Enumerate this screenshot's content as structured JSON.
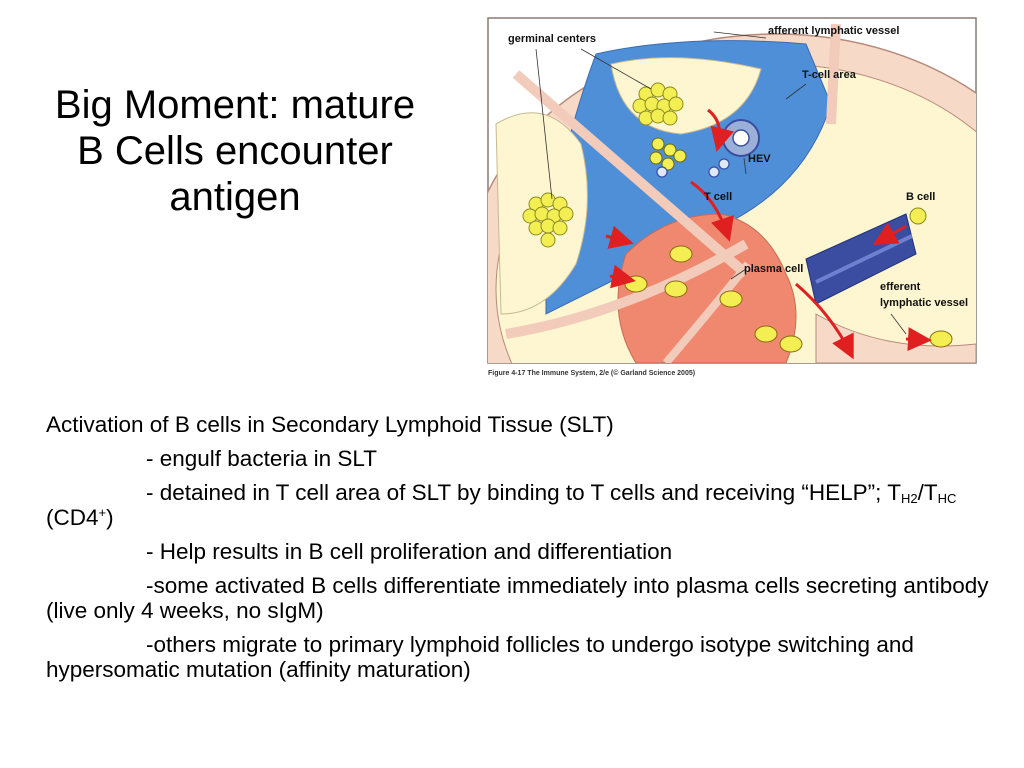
{
  "slide": {
    "title_lines": [
      "Big Moment: mature",
      "B Cells encounter",
      "antigen"
    ]
  },
  "figure": {
    "labels": {
      "germinal_centers": "germinal centers",
      "afferent": "afferent lymphatic vessel",
      "t_cell_area": "T-cell area",
      "hev": "HEV",
      "t_cell": "T cell",
      "b_cell": "B cell",
      "plasma_cell": "plasma cell",
      "efferent_1": "efferent",
      "efferent_2": "lymphatic vessel"
    },
    "caption": "Figure 4-17  The Immune System, 2/e (© Garland Science 2005)",
    "colors": {
      "capsule": "#f7d9c8",
      "follicle": "#fdf6d0",
      "t_area": "#4f8fd8",
      "medulla": "#f08870",
      "cell": "#f3ee52",
      "arrow": "#e02020",
      "efferent_vessel": "#3a4da0"
    }
  },
  "body": {
    "p1": "Activation of B cells in Secondary Lymphoid Tissue (SLT)",
    "p2": "- engulf bacteria in SLT",
    "p3_a": "- detained in T cell area of SLT by binding to T cells and receiving “HELP”; T",
    "p3_sub1": "H2",
    "p3_b": "/T",
    "p3_sub2": "HC",
    "p3_c": " (CD4",
    "p3_sup": "+",
    "p3_d": ")",
    "p4": "- Help results in B cell proliferation and differentiation",
    "p5": "-some activated B cells differentiate immediately into plasma cells secreting antibody (live only 4 weeks, no sIgM)",
    "p6": "-others migrate to primary lymphoid follicles to undergo isotype switching and hypersomatic mutation (affinity maturation)"
  }
}
